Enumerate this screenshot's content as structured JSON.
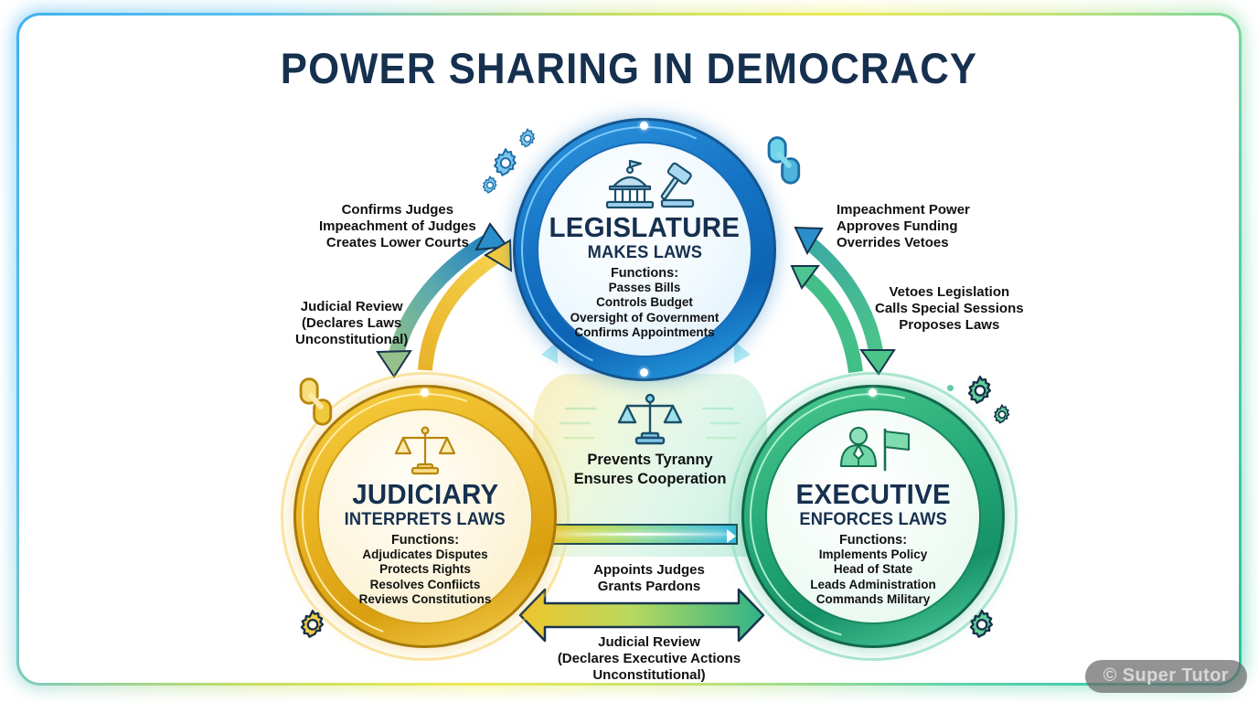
{
  "title": "POWER SHARING IN DEMOCRACY",
  "nodes": {
    "legislature": {
      "name": "LEGISLATURE",
      "subtitle": "MAKES LAWS",
      "functions_label": "Functions:",
      "functions": [
        "Passes Bills",
        "Controls Budget",
        "Oversight of Government",
        "Confirms Appointments"
      ],
      "icon": "capitol-gavel-icon",
      "color": "#1573c4"
    },
    "judiciary": {
      "name": "JUDICIARY",
      "subtitle": "INTERPRETS LAWS",
      "functions_label": "Functions:",
      "functions": [
        "Adjudicates Disputes",
        "Protects Rights",
        "Resolves Confiicts",
        "Reviews Constitutions"
      ],
      "icon": "scales-icon",
      "color": "#e8b120"
    },
    "executive": {
      "name": "EXECUTIVE",
      "subtitle": "ENFORCES LAWS",
      "functions_label": "Functions:",
      "functions": [
        "Implements Policy",
        "Head of State",
        "Leads Administration",
        "Commands Military"
      ],
      "icon": "official-with-flag-icon",
      "color": "#24a877"
    }
  },
  "center": {
    "icon": "balance-scales-icon",
    "lines": [
      "Prevents Tyranny",
      "Ensures Cooperation"
    ]
  },
  "annotations": {
    "legislature_over_judiciary": [
      "Confirms Judges",
      "Impeachment of Judges",
      "Creates Lower Courts"
    ],
    "judiciary_over_legislature": [
      "Judicial Review",
      "(Declares Laws",
      "Unconstitutional)"
    ],
    "legislature_over_executive": [
      "Impeachment Power",
      "Approves Funding",
      "Overrides Vetoes"
    ],
    "executive_over_legislature": [
      "Vetoes Legislation",
      "Calls Special Sessions",
      "Proposes Laws"
    ],
    "executive_over_judiciary": [
      "Appoints Judges",
      "Grants Pardons"
    ],
    "judiciary_over_executive": [
      "Judicial Review",
      "(Declares Executive Actions",
      "Unconstitutional)"
    ]
  },
  "watermark": "© Super Tutor"
}
